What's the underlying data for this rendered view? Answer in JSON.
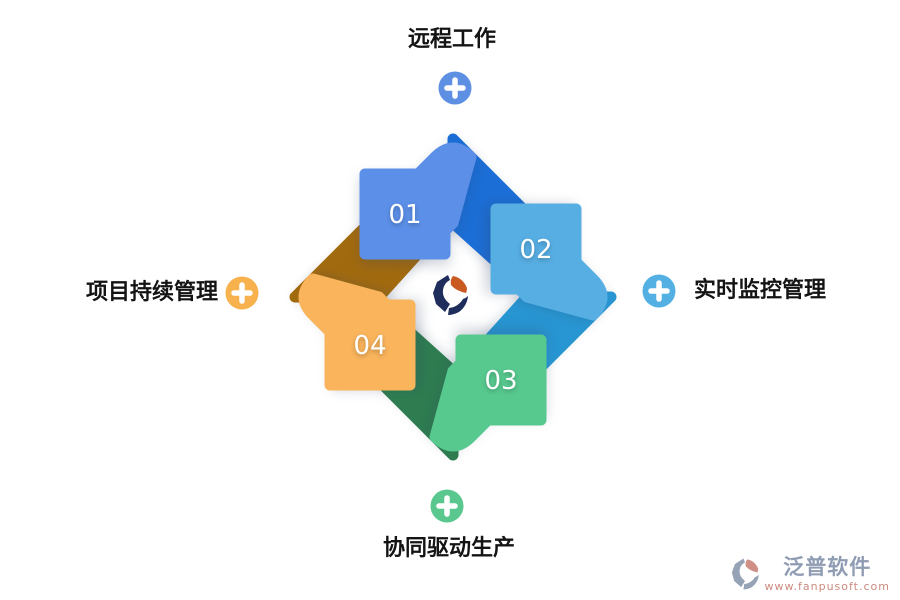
{
  "cycle": {
    "items": [
      {
        "number": "01",
        "label": "远程工作",
        "label_position": "top",
        "arrow_color": "#5C8FE8",
        "fold_color": "#1B6ED6",
        "plus_color": "#5D8FE2"
      },
      {
        "number": "02",
        "label": "实时监控管理",
        "label_position": "right",
        "arrow_color": "#57AEE3",
        "fold_color": "#2796D3",
        "plus_color": "#54B0E2"
      },
      {
        "number": "03",
        "label": "协同驱动生产",
        "label_position": "bottom",
        "arrow_color": "#57C98E",
        "fold_color": "#2E7C50",
        "plus_color": "#5AC88E"
      },
      {
        "number": "04",
        "label": "项目持续管理",
        "label_position": "left",
        "arrow_color": "#F9B45C",
        "fold_color": "#A26A0E",
        "plus_color": "#F7B24E"
      }
    ]
  },
  "center_logo": {
    "icon": "fanpu-logo-icon",
    "navy": "#1E2D5B",
    "orange": "#C85A22"
  },
  "watermark": {
    "icon": "fanpu-logo-icon",
    "brand": "泛普软件",
    "url": "www.fanpusoft.com",
    "brand_color": "#8F9CB3",
    "url_color": "#CC8A7F",
    "glyph_navy": "#96A2B6",
    "glyph_accent": "#CF8F86"
  }
}
